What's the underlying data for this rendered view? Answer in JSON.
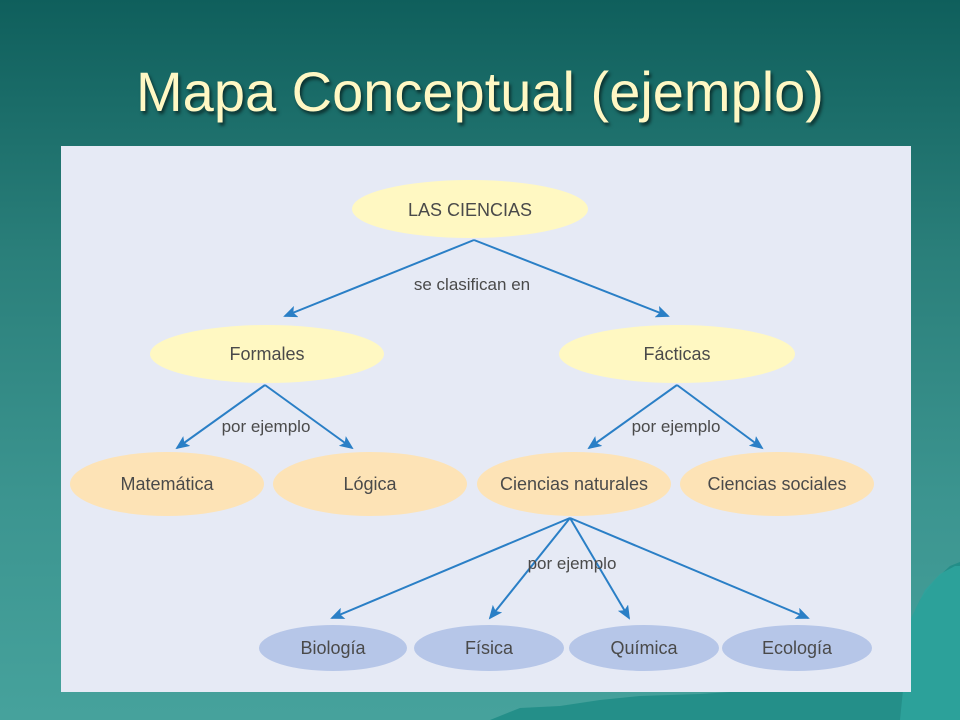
{
  "title": "Mapa Conceptual (ejemplo)",
  "colors": {
    "background": "#2a7f7a",
    "title_text": "#fff8c4",
    "panel": "#e6eaf5",
    "root_node": "#fff8c2",
    "level1_node": "#fff8c2",
    "level2_node": "#fde3b6",
    "level3_node": "#b6c6e8",
    "arrow": "#2a7fc6",
    "label_text": "#4a4a4a"
  },
  "concept_map": {
    "root": "LAS CIENCIAS",
    "links": {
      "clasifican": "se clasifican en",
      "ejemplo_formales": "por ejemplo",
      "ejemplo_facticas": "por ejemplo",
      "ejemplo_naturales": "por ejemplo"
    },
    "level1": {
      "formales": "Formales",
      "facticas": "Fácticas"
    },
    "formales_children": [
      "Matemática",
      "Lógica"
    ],
    "facticas_children": [
      "Ciencias naturales",
      "Ciencias sociales"
    ],
    "naturales_children": [
      "Biología",
      "Física",
      "Química",
      "Ecología"
    ]
  }
}
